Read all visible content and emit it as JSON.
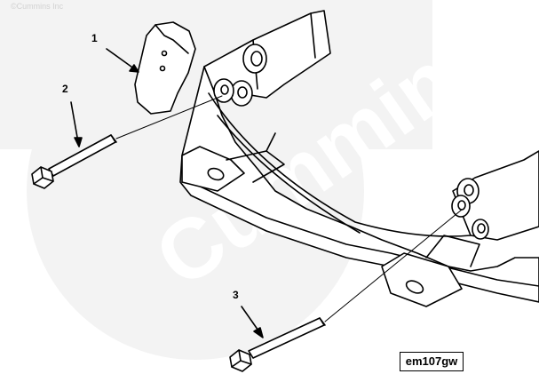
{
  "diagram": {
    "copyright": "©Cummins Inc",
    "watermark_text": "Cummins",
    "figure_id": "em107gw",
    "callouts": [
      {
        "number": "1",
        "part": "bracket"
      },
      {
        "number": "2",
        "part": "upper capscrew"
      },
      {
        "number": "3",
        "part": "lower capscrew"
      }
    ],
    "colors": {
      "line": "#000000",
      "watermark": "#f2f2f2",
      "fill": "#ffffff"
    }
  }
}
